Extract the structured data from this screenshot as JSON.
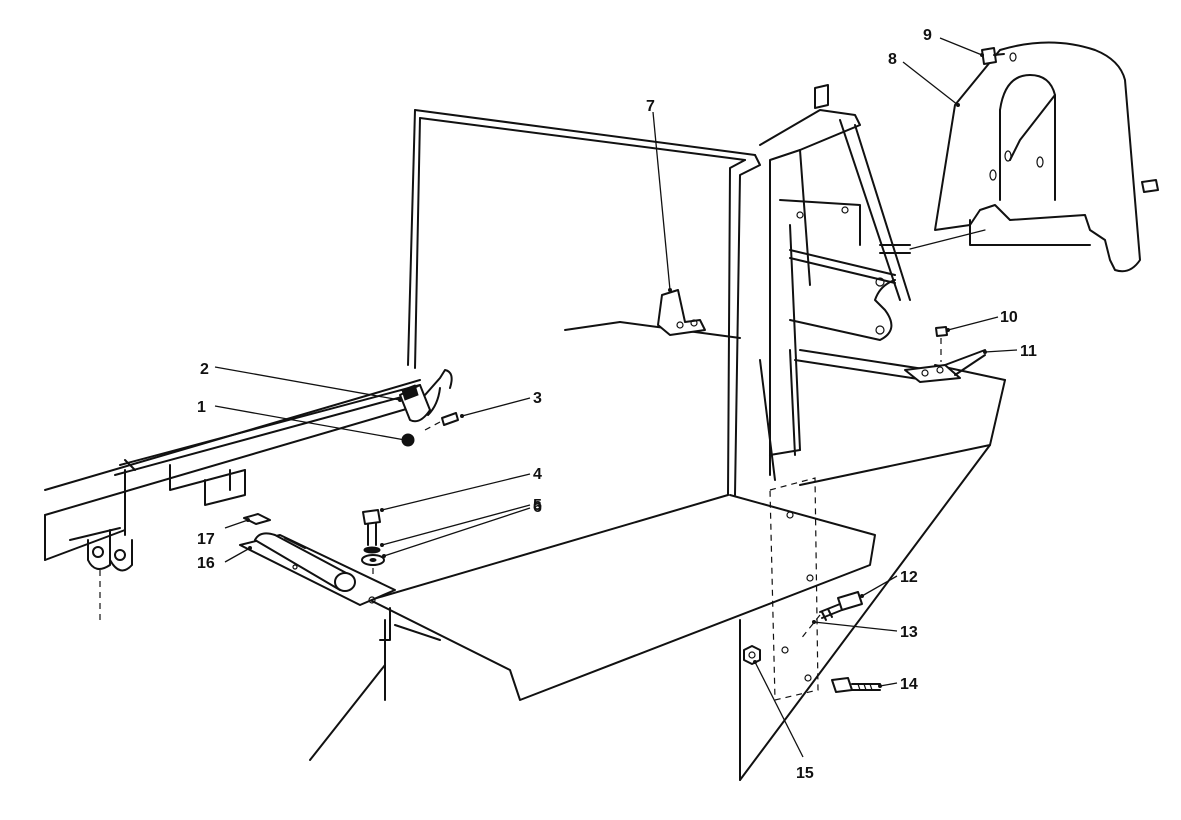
{
  "callouts": {
    "c1": "1",
    "c2": "2",
    "c3": "3",
    "c4": "4",
    "c5": "5",
    "c6": "6",
    "c7": "7",
    "c8": "8",
    "c9": "9",
    "c10": "10",
    "c11": "11",
    "c12": "12",
    "c13": "13",
    "c14": "14",
    "c15": "15",
    "c16": "16",
    "c17": "17"
  },
  "colors": {
    "line": "#111111",
    "background": "#ffffff"
  }
}
